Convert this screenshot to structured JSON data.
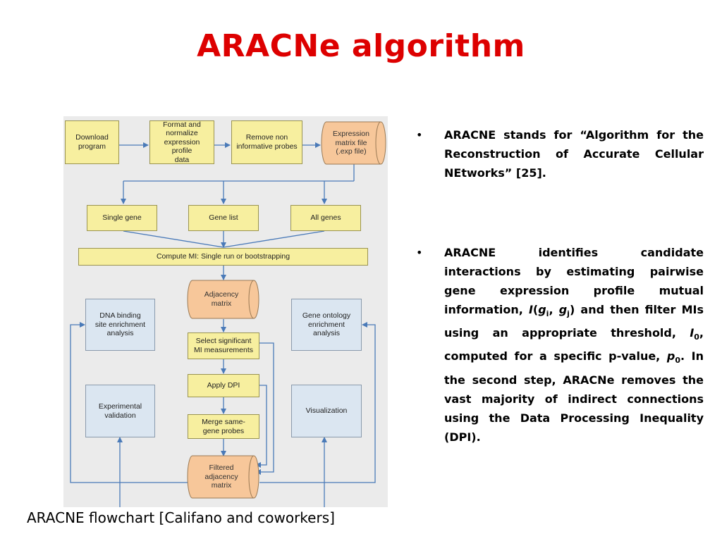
{
  "slide": {
    "title": "ARACNe algorithm"
  },
  "flowchart": {
    "caption": "ARACNE flowchart [Califano and coworkers]",
    "nodes": {
      "download": "Download\nprogram",
      "format": "Format and\nnormalize\nexpression profile\ndata",
      "remove": "Remove non\ninformative probes",
      "expression": "Expression\nmatrix file\n(.exp file)",
      "single": "Single gene",
      "genelist": "Gene list",
      "allgenes": "All genes",
      "compute": "Compute MI: Single run or bootstrapping",
      "adjacency": "Adjacency\nmatrix",
      "select": "Select significant\nMI measurements",
      "dpi": "Apply DPI",
      "merge": "Merge same-\ngene probes",
      "filtered": "Filtered\nadjacency\nmatrix",
      "dna": "DNA binding\nsite enrichment\nanalysis",
      "geneontology": "Gene ontology\nenrichment\nanalysis",
      "experimental": "Experimental\nvalidation",
      "visualization": "Visualization"
    },
    "colors": {
      "process_box": "#f7ef9f",
      "analysis_box": "#dbe6f1",
      "data_cylinder": "#f7c79a",
      "arrow": "#4a7ab8",
      "panel": "#ebebeb"
    }
  },
  "bullets": {
    "item1": "ARACNE stands for “Algorithm for the Reconstruction of Accurate Cellular NEtworks” [25].",
    "item2": {
      "part1": "ARACNE identifies candidate interactions by estimating pairwise gene expression profile mutual information, ",
      "mi_symbol": "I",
      "mi_open": "(",
      "g1": "g",
      "i_sub": "i",
      "comma": ", ",
      "g2": "g",
      "j_sub": "j",
      "part2": ") and then filter MIs using an appropriate threshold, ",
      "threshold_symbol": "I",
      "zero_sub": "0",
      "part3": ", computed for a specific p-value, ",
      "p_symbol": "p",
      "zero_sub_2": "0",
      "part4": ". In the second step, ARACNe removes the vast majority of indirect connections using the Data Processing Inequality (DPI)."
    }
  }
}
